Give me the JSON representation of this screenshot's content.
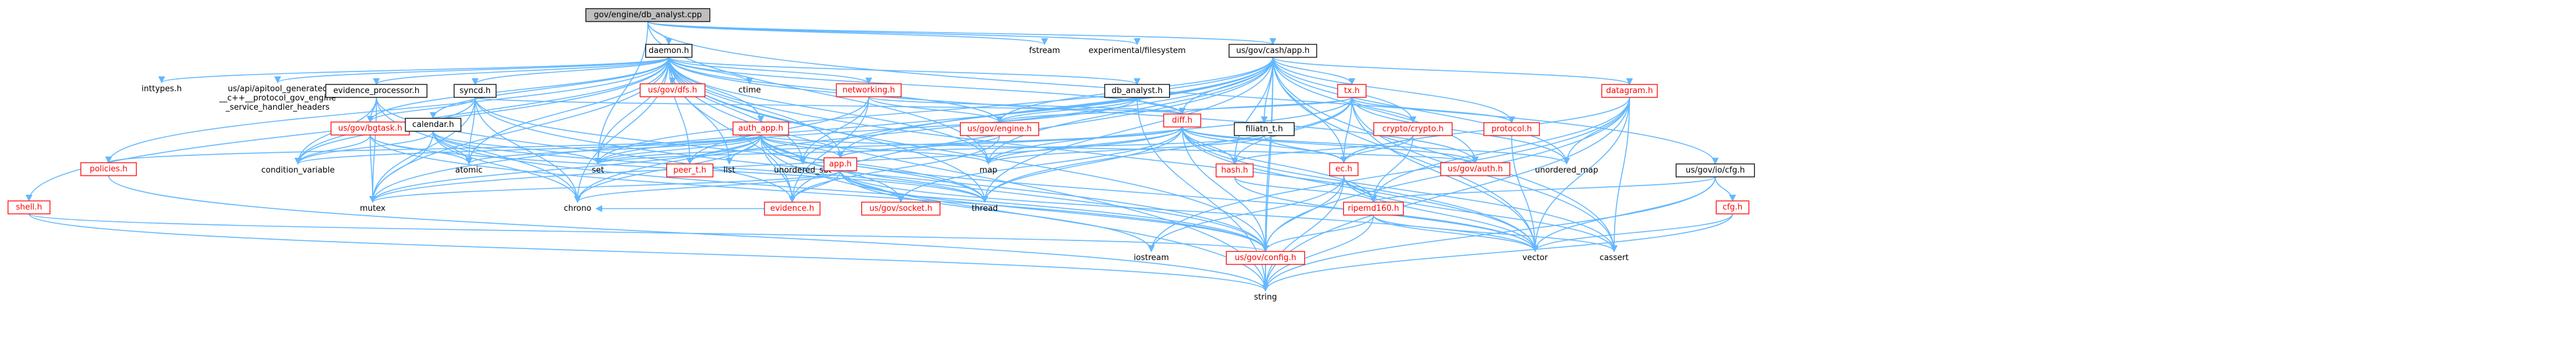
{
  "colors": {
    "edge": "#63b8ff",
    "box_border_plain": "#bfbfbf",
    "box_border_linked": "#ff0000",
    "box_border_root": "#000000",
    "box_fill_root": "#bfbfbf",
    "text_plain": "#000000",
    "text_linked": "#ff0000"
  },
  "nodes": [
    {
      "id": "root",
      "label": "gov/engine/db_analyst.cpp",
      "style": "root"
    },
    {
      "id": "daemon",
      "label": "daemon.h",
      "style": "plain"
    },
    {
      "id": "fstream",
      "label": "fstream",
      "style": "text"
    },
    {
      "id": "experimental_filesystem",
      "label": "experimental/filesystem",
      "style": "text"
    },
    {
      "id": "cash_app",
      "label": "us/gov/cash/app.h",
      "style": "plain"
    },
    {
      "id": "io_cfg",
      "label": "us/gov/io/cfg.h",
      "style": "plain"
    },
    {
      "id": "inttypes",
      "label": "inttypes.h",
      "style": "text"
    },
    {
      "id": "api_apitool",
      "label": "us/api/apitool_generated\n__c++__protocol_gov_engine\n_service_handler_headers",
      "style": "text"
    },
    {
      "id": "evidence_processor",
      "label": "evidence_processor.h",
      "style": "plain"
    },
    {
      "id": "syncd",
      "label": "syncd.h",
      "style": "plain"
    },
    {
      "id": "dfs",
      "label": "us/gov/dfs.h",
      "style": "linked"
    },
    {
      "id": "ctime",
      "label": "ctime",
      "style": "text"
    },
    {
      "id": "networking",
      "label": "networking.h",
      "style": "linked"
    },
    {
      "id": "db_analyst",
      "label": "db_analyst.h",
      "style": "plain"
    },
    {
      "id": "tx",
      "label": "tx.h",
      "style": "linked"
    },
    {
      "id": "datagram",
      "label": "datagram.h",
      "style": "linked"
    },
    {
      "id": "shell",
      "label": "shell.h",
      "style": "linked"
    },
    {
      "id": "policies",
      "label": "policies.h",
      "style": "linked"
    },
    {
      "id": "bgtask",
      "label": "us/gov/bgtask.h",
      "style": "linked"
    },
    {
      "id": "calendar",
      "label": "calendar.h",
      "style": "plain"
    },
    {
      "id": "auth_app",
      "label": "auth_app.h",
      "style": "linked"
    },
    {
      "id": "gov_engine",
      "label": "us/gov/engine.h",
      "style": "linked"
    },
    {
      "id": "diff",
      "label": "diff.h",
      "style": "linked"
    },
    {
      "id": "filiatn_t",
      "label": "filiatn_t.h",
      "style": "plain"
    },
    {
      "id": "crypto",
      "label": "crypto/crypto.h",
      "style": "linked"
    },
    {
      "id": "protocol",
      "label": "protocol.h",
      "style": "linked"
    },
    {
      "id": "ec",
      "label": "ec.h",
      "style": "linked"
    },
    {
      "id": "gov_auth",
      "label": "us/gov/auth.h",
      "style": "linked"
    },
    {
      "id": "unordered_map",
      "label": "unordered_map",
      "style": "text"
    },
    {
      "id": "condition_variable",
      "label": "condition_variable",
      "style": "text"
    },
    {
      "id": "atomic",
      "label": "atomic",
      "style": "text"
    },
    {
      "id": "set",
      "label": "set",
      "style": "text"
    },
    {
      "id": "peer_t",
      "label": "peer_t.h",
      "style": "linked"
    },
    {
      "id": "list",
      "label": "list",
      "style": "text"
    },
    {
      "id": "unordered_set",
      "label": "unordered_set",
      "style": "text"
    },
    {
      "id": "map",
      "label": "map",
      "style": "text"
    },
    {
      "id": "hash",
      "label": "hash.h",
      "style": "linked"
    },
    {
      "id": "app",
      "label": "app.h",
      "style": "linked"
    },
    {
      "id": "evidence",
      "label": "evidence.h",
      "style": "linked"
    },
    {
      "id": "mutex",
      "label": "mutex",
      "style": "text"
    },
    {
      "id": "chrono",
      "label": "chrono",
      "style": "text"
    },
    {
      "id": "thread",
      "label": "thread",
      "style": "text"
    },
    {
      "id": "gov_socket",
      "label": "us/gov/socket.h",
      "style": "linked"
    },
    {
      "id": "ripemd160",
      "label": "ripemd160.h",
      "style": "linked"
    },
    {
      "id": "cfg",
      "label": "cfg.h",
      "style": "linked"
    },
    {
      "id": "iostream",
      "label": "iostream",
      "style": "text"
    },
    {
      "id": "gov_config",
      "label": "us/gov/config.h",
      "style": "linked"
    },
    {
      "id": "vector",
      "label": "vector",
      "style": "text"
    },
    {
      "id": "cassert",
      "label": "cassert",
      "style": "text"
    },
    {
      "id": "string",
      "label": "string",
      "style": "text"
    }
  ],
  "edges": [
    [
      "root",
      "daemon"
    ],
    [
      "root",
      "fstream"
    ],
    [
      "root",
      "experimental_filesystem"
    ],
    [
      "root",
      "cash_app"
    ],
    [
      "root",
      "io_cfg"
    ],
    [
      "root",
      "set"
    ],
    [
      "root",
      "map"
    ],
    [
      "daemon",
      "inttypes"
    ],
    [
      "daemon",
      "api_apitool"
    ],
    [
      "daemon",
      "evidence_processor"
    ],
    [
      "daemon",
      "syncd"
    ],
    [
      "daemon",
      "dfs"
    ],
    [
      "daemon",
      "ctime"
    ],
    [
      "daemon",
      "networking"
    ],
    [
      "daemon",
      "db_analyst"
    ],
    [
      "daemon",
      "shell"
    ],
    [
      "daemon",
      "policies"
    ],
    [
      "daemon",
      "bgtask"
    ],
    [
      "daemon",
      "calendar"
    ],
    [
      "daemon",
      "auth_app"
    ],
    [
      "daemon",
      "diff"
    ],
    [
      "daemon",
      "set"
    ],
    [
      "daemon",
      "list"
    ],
    [
      "daemon",
      "map"
    ],
    [
      "daemon",
      "mutex"
    ],
    [
      "daemon",
      "chrono"
    ],
    [
      "daemon",
      "condition_variable"
    ],
    [
      "daemon",
      "atomic"
    ],
    [
      "daemon",
      "peer_t"
    ],
    [
      "daemon",
      "gov_engine"
    ],
    [
      "daemon",
      "gov_config"
    ],
    [
      "daemon",
      "unordered_set"
    ],
    [
      "daemon",
      "evidence"
    ],
    [
      "daemon",
      "app"
    ],
    [
      "daemon",
      "gov_auth"
    ],
    [
      "daemon",
      "thread"
    ],
    [
      "daemon",
      "vector"
    ],
    [
      "daemon",
      "string"
    ],
    [
      "cash_app",
      "tx"
    ],
    [
      "cash_app",
      "datagram"
    ],
    [
      "cash_app",
      "diff"
    ],
    [
      "cash_app",
      "filiatn_t"
    ],
    [
      "cash_app",
      "crypto"
    ],
    [
      "cash_app",
      "protocol"
    ],
    [
      "cash_app",
      "gov_engine"
    ],
    [
      "cash_app",
      "gov_auth"
    ],
    [
      "cash_app",
      "unordered_map"
    ],
    [
      "cash_app",
      "map"
    ],
    [
      "cash_app",
      "set"
    ],
    [
      "cash_app",
      "app"
    ],
    [
      "cash_app",
      "evidence"
    ],
    [
      "cash_app",
      "thread"
    ],
    [
      "cash_app",
      "mutex"
    ],
    [
      "cash_app",
      "chrono"
    ],
    [
      "cash_app",
      "vector"
    ],
    [
      "cash_app",
      "cassert"
    ],
    [
      "cash_app",
      "string"
    ],
    [
      "cash_app",
      "gov_config"
    ],
    [
      "cash_app",
      "ec"
    ],
    [
      "cash_app",
      "hash"
    ],
    [
      "cash_app",
      "unordered_set"
    ],
    [
      "io_cfg",
      "cfg"
    ],
    [
      "io_cfg",
      "ripemd160"
    ],
    [
      "io_cfg",
      "vector"
    ],
    [
      "io_cfg",
      "string"
    ],
    [
      "evidence_processor",
      "bgtask"
    ],
    [
      "evidence_processor",
      "evidence"
    ],
    [
      "evidence_processor",
      "mutex"
    ],
    [
      "evidence_processor",
      "chrono"
    ],
    [
      "evidence_processor",
      "condition_variable"
    ],
    [
      "syncd",
      "bgtask"
    ],
    [
      "syncd",
      "diff"
    ],
    [
      "syncd",
      "atomic"
    ],
    [
      "syncd",
      "mutex"
    ],
    [
      "syncd",
      "condition_variable"
    ],
    [
      "syncd",
      "chrono"
    ],
    [
      "syncd",
      "thread"
    ],
    [
      "syncd",
      "gov_config"
    ],
    [
      "networking",
      "gov_engine"
    ],
    [
      "networking",
      "peer_t"
    ],
    [
      "networking",
      "unordered_set"
    ],
    [
      "networking",
      "diff"
    ],
    [
      "networking",
      "evidence"
    ],
    [
      "db_analyst",
      "gov_engine"
    ],
    [
      "db_analyst",
      "diff"
    ],
    [
      "db_analyst",
      "set"
    ],
    [
      "db_analyst",
      "string"
    ],
    [
      "tx",
      "diff"
    ],
    [
      "tx",
      "crypto"
    ],
    [
      "tx",
      "protocol"
    ],
    [
      "tx",
      "gov_engine"
    ],
    [
      "tx",
      "ec"
    ],
    [
      "tx",
      "hash"
    ],
    [
      "tx",
      "vector"
    ],
    [
      "tx",
      "cassert"
    ],
    [
      "tx",
      "map"
    ],
    [
      "tx",
      "thread"
    ],
    [
      "tx",
      "unordered_map"
    ],
    [
      "datagram",
      "ec"
    ],
    [
      "datagram",
      "ripemd160"
    ],
    [
      "datagram",
      "unordered_map"
    ],
    [
      "datagram",
      "vector"
    ],
    [
      "datagram",
      "cassert"
    ],
    [
      "datagram",
      "gov_config"
    ],
    [
      "datagram",
      "iostream"
    ],
    [
      "datagram",
      "string"
    ],
    [
      "shell",
      "gov_config"
    ],
    [
      "shell",
      "string"
    ],
    [
      "policies",
      "string"
    ],
    [
      "bgtask",
      "condition_variable"
    ],
    [
      "bgtask",
      "atomic"
    ],
    [
      "bgtask",
      "mutex"
    ],
    [
      "bgtask",
      "thread"
    ],
    [
      "bgtask",
      "gov_config"
    ],
    [
      "calendar",
      "set"
    ],
    [
      "calendar",
      "mutex"
    ],
    [
      "calendar",
      "chrono"
    ],
    [
      "calendar",
      "thread"
    ],
    [
      "calendar",
      "atomic"
    ],
    [
      "calendar",
      "condition_variable"
    ],
    [
      "calendar",
      "gov_config"
    ],
    [
      "auth_app",
      "policies"
    ],
    [
      "auth_app",
      "set"
    ],
    [
      "auth_app",
      "peer_t"
    ],
    [
      "auth_app",
      "list"
    ],
    [
      "auth_app",
      "unordered_set"
    ],
    [
      "auth_app",
      "map"
    ],
    [
      "auth_app",
      "app"
    ],
    [
      "auth_app",
      "evidence"
    ],
    [
      "auth_app",
      "mutex"
    ],
    [
      "auth_app",
      "chrono"
    ],
    [
      "auth_app",
      "thread"
    ],
    [
      "auth_app",
      "atomic"
    ],
    [
      "auth_app",
      "condition_variable"
    ],
    [
      "auth_app",
      "gov_socket"
    ],
    [
      "auth_app",
      "gov_config"
    ],
    [
      "auth_app",
      "string"
    ],
    [
      "auth_app",
      "vector"
    ],
    [
      "auth_app",
      "gov_auth"
    ],
    [
      "gov_engine",
      "app"
    ],
    [
      "gov_engine",
      "evidence"
    ],
    [
      "diff",
      "ec"
    ],
    [
      "diff",
      "hash"
    ],
    [
      "diff",
      "app"
    ],
    [
      "diff",
      "gov_auth"
    ],
    [
      "diff",
      "unordered_map"
    ],
    [
      "diff",
      "map"
    ],
    [
      "diff",
      "set"
    ],
    [
      "diff",
      "thread"
    ],
    [
      "diff",
      "mutex"
    ],
    [
      "diff",
      "vector"
    ],
    [
      "diff",
      "cassert"
    ],
    [
      "diff",
      "ripemd160"
    ],
    [
      "diff",
      "gov_socket"
    ],
    [
      "diff",
      "gov_config"
    ],
    [
      "filiatn_t",
      "ec"
    ],
    [
      "filiatn_t",
      "map"
    ],
    [
      "filiatn_t",
      "set"
    ],
    [
      "crypto",
      "ec"
    ],
    [
      "crypto",
      "ripemd160"
    ],
    [
      "crypto",
      "hash"
    ],
    [
      "protocol",
      "vector"
    ],
    [
      "ec",
      "ripemd160"
    ],
    [
      "ec",
      "gov_config"
    ],
    [
      "ec",
      "iostream"
    ],
    [
      "ec",
      "vector"
    ],
    [
      "ec",
      "cassert"
    ],
    [
      "ec",
      "string"
    ],
    [
      "hash",
      "ripemd160"
    ],
    [
      "hash",
      "vector"
    ],
    [
      "app",
      "gov_socket"
    ],
    [
      "app",
      "evidence"
    ],
    [
      "app",
      "mutex"
    ],
    [
      "app",
      "chrono"
    ],
    [
      "app",
      "gov_config"
    ],
    [
      "app",
      "vector"
    ],
    [
      "app",
      "iostream"
    ],
    [
      "evidence",
      "chrono"
    ],
    [
      "ripemd160",
      "vector"
    ],
    [
      "ripemd160",
      "cassert"
    ],
    [
      "ripemd160",
      "gov_config"
    ],
    [
      "ripemd160",
      "string"
    ],
    [
      "cfg",
      "vector"
    ],
    [
      "cfg",
      "string"
    ],
    [
      "gov_config",
      "string"
    ]
  ]
}
